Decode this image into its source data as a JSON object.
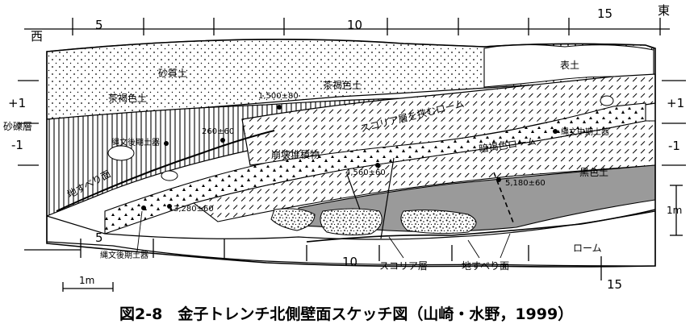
{
  "directions": {
    "west": "西",
    "east": "東"
  },
  "top_scale": [
    "5",
    "10",
    "15"
  ],
  "bottom_scale": [
    "5",
    "10",
    "15"
  ],
  "elevation": [
    "+1",
    "-1",
    "+1",
    "-1"
  ],
  "layers": {
    "sand": "砂質土",
    "topsoil": "表土",
    "brown_left": "茶褐色土",
    "brown_right": "茶褐色土",
    "gravel": "砂礫層",
    "scoria_loam": "スコリア層を挟むローム",
    "collapse": "崩壊堆積物",
    "dark_brown_loam": "暗褐色ローム",
    "black_soil": "黒色土",
    "landslide_face": "地すべり面",
    "loam": "ローム"
  },
  "bottom_labels": {
    "scoria": "スコリア層",
    "landslide": "地すべり面",
    "jomon_late_bottom": "縄文後期土器"
  },
  "pottery": {
    "jomon_late": "縄文後期土器",
    "jomon_middle": "縄文中期土器"
  },
  "dates": [
    "1,500±80",
    "260±60",
    "4,560±60",
    "5,180±60",
    "3,280±60"
  ],
  "scale_bars": {
    "horizontal": "1m",
    "vertical": "1m"
  },
  "caption": "図2-8　金子トレンチ北側壁面スケッチ図（山崎・水野，1999）"
}
